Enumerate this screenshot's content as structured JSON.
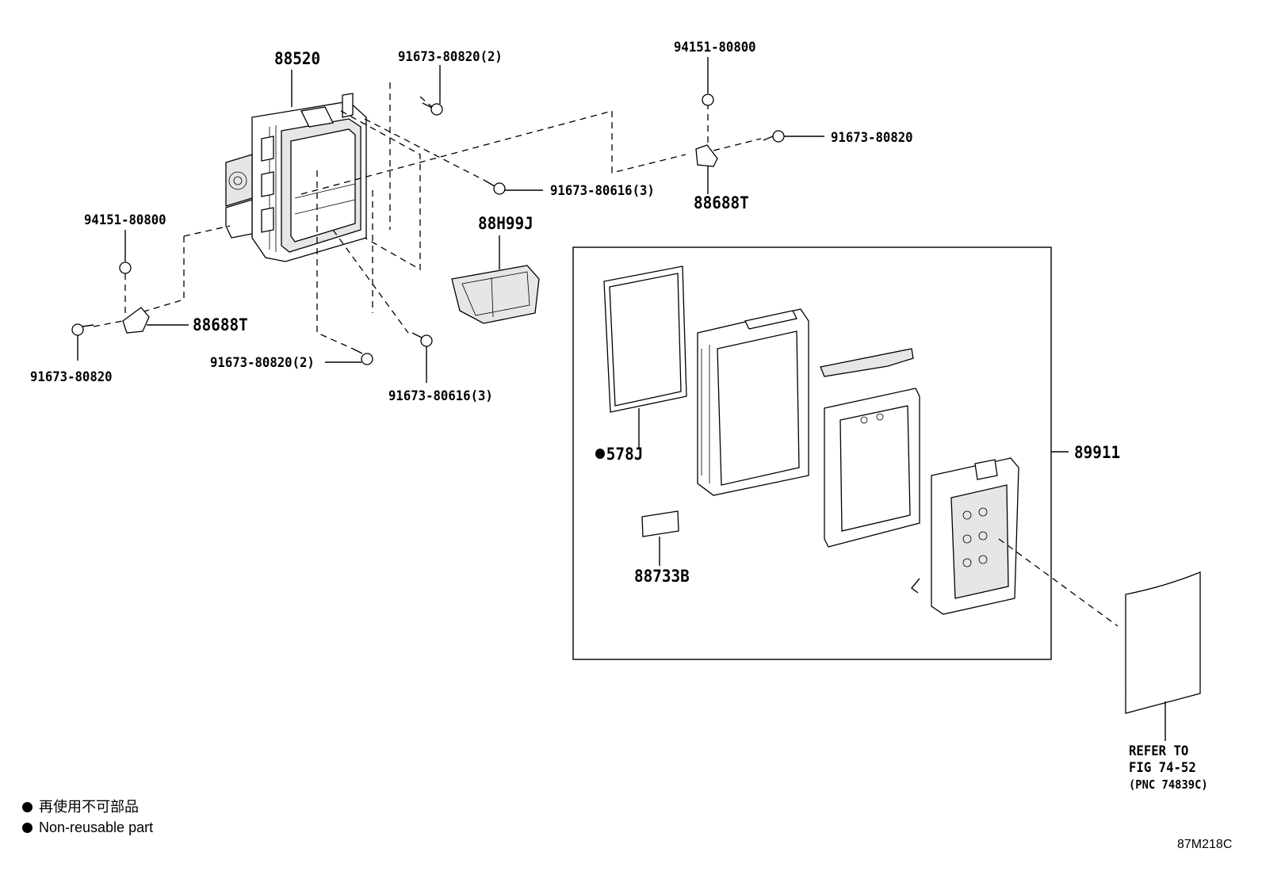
{
  "labels": {
    "housing_88520": "88520",
    "bolt_top_a": "91673-80820(2)",
    "nut_top_right": "94151-80800",
    "bolt_right_upper": "91673-80820",
    "bolt_mid_616": "91673-80616(3)",
    "bracket_right": "88688T",
    "tray_88H99J": "88H99J",
    "nut_left": "94151-80800",
    "bracket_left": "88688T",
    "bolt_left": "91673-80820",
    "bolt_bottom_820": "91673-80820(2)",
    "bolt_bottom_616": "91673-80616(3)",
    "gasket_578J": "578J",
    "assembly_89911": "89911",
    "label_88733B": "88733B",
    "refer_line1": "REFER TO",
    "refer_line2": "FIG 74-52",
    "refer_line3": "(PNC 74839C)"
  },
  "legend": {
    "japanese": "再使用不可部品",
    "english": "Non-reusable part"
  },
  "figure_id": "87M218C",
  "colors": {
    "line": "#000000",
    "background": "#ffffff",
    "part_fill_light": "#e6e6e6"
  },
  "icons": {
    "non_reusable_marker": "filled-circle-icon"
  }
}
